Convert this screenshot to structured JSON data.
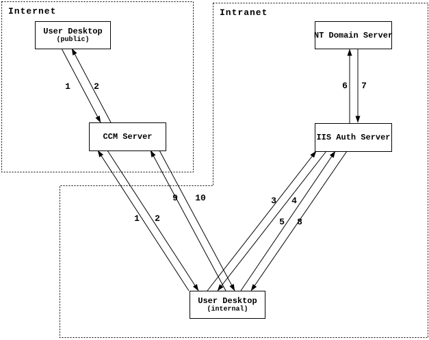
{
  "diagram": {
    "regions": {
      "internet": {
        "label": "Internet"
      },
      "intranet": {
        "label": "Intranet"
      }
    },
    "nodes": {
      "user_desktop_public": {
        "title": "User Desktop",
        "subtitle": "(public)"
      },
      "ccm_server": {
        "title": "CCM Server"
      },
      "nt_domain_server": {
        "title": "NT Domain Server"
      },
      "iis_auth_server": {
        "title": "IIS Auth Server"
      },
      "user_desktop_internal": {
        "title": "User Desktop",
        "subtitle": "(internal)"
      }
    },
    "flows": {
      "public_to_ccm": {
        "label": "1"
      },
      "ccm_to_public": {
        "label": "2"
      },
      "internal_to_ccm_a": {
        "label": "1"
      },
      "ccm_to_internal_a": {
        "label": "2"
      },
      "internal_to_iis_a": {
        "label": "3"
      },
      "iis_to_internal_a": {
        "label": "4"
      },
      "internal_to_iis_b": {
        "label": "5"
      },
      "iis_to_nt": {
        "label": "6"
      },
      "nt_to_iis": {
        "label": "7"
      },
      "iis_to_internal_b": {
        "label": "8"
      },
      "internal_to_ccm_b": {
        "label": "9"
      },
      "ccm_to_internal_b": {
        "label": "10"
      }
    },
    "colors": {
      "line": "#000000",
      "box_border": "#000000",
      "background": "#ffffff"
    }
  }
}
